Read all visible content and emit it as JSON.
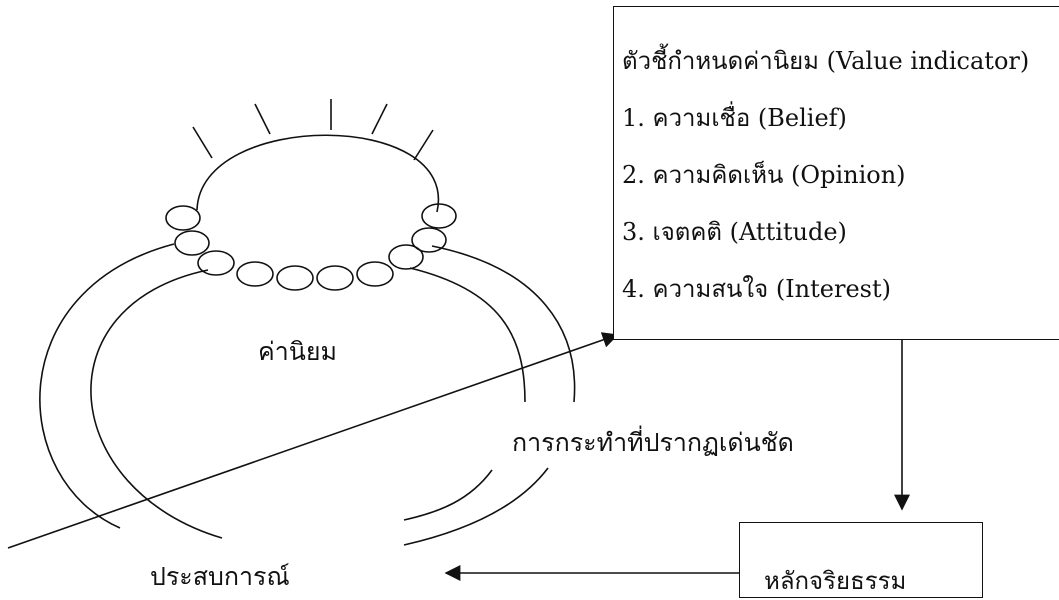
{
  "indicator_box": {
    "title": "ตัวชี้กำหนดค่านิยม (Value indicator)",
    "items": [
      "1. ความเชื่อ (Belief)",
      "2. ความคิดเห็น (Opinion)",
      "3. เจตคติ (Attitude)",
      "4. ความสนใจ (Interest)"
    ]
  },
  "labels": {
    "values": "ค่านิยม",
    "visible_action": "การกระทำที่ปรากฏเด่นชัด",
    "experience": "ประสบการณ์"
  },
  "ethics_box": {
    "label": "หลักจริยธรรม"
  }
}
